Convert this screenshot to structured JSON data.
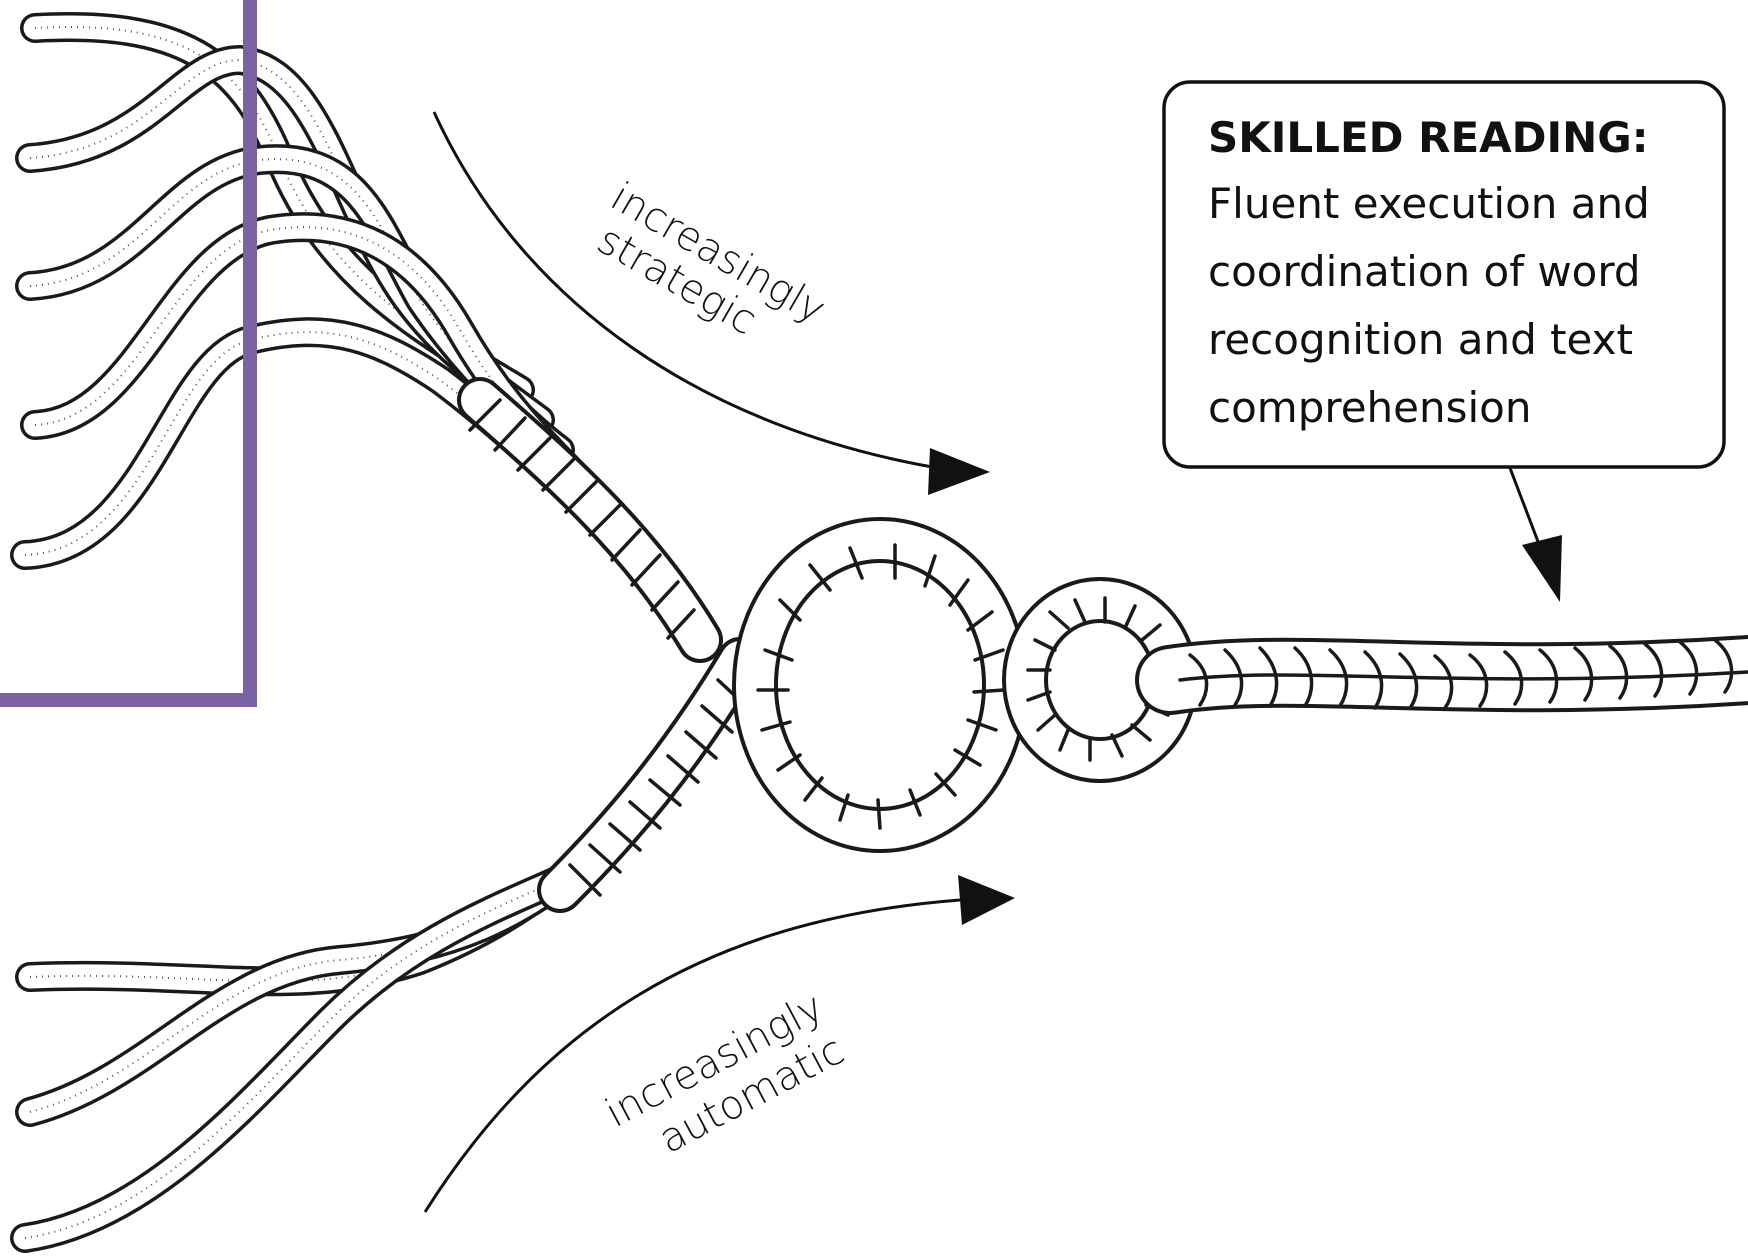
{
  "arc_labels": {
    "strategic_line1": "increasingly",
    "strategic_line2": "strategic",
    "automatic_line1": "increasingly",
    "automatic_line2": "automatic"
  },
  "callout": {
    "title": "SKILLED READING:",
    "lines": [
      "Fluent execution and",
      "coordination of word",
      "recognition and text",
      "comprehension"
    ]
  },
  "colors": {
    "highlight_frame": "#7b62a3",
    "ink": "#111111",
    "background": "#ffffff"
  },
  "icons": {
    "upper_strands": "rope-strand-icon",
    "lower_strands": "rope-strand-icon",
    "braid": "braided-rope-icon"
  }
}
